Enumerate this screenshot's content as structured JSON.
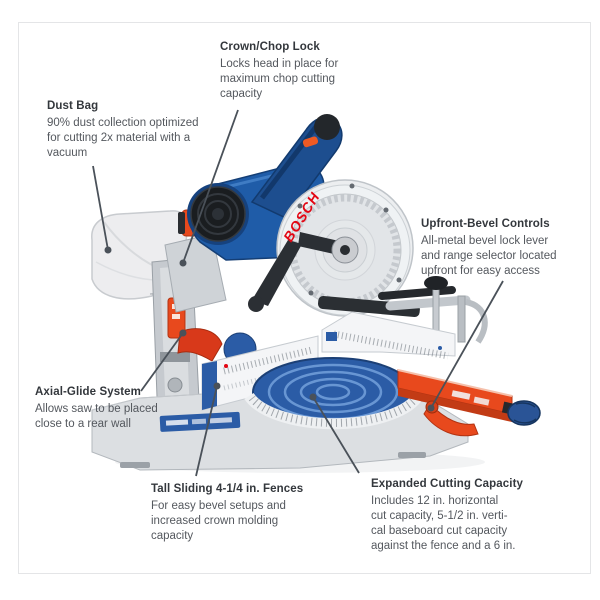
{
  "product": {
    "blade_brand": "BOSCH"
  },
  "callouts": {
    "crown_chop": {
      "title": "Crown/Chop Lock",
      "desc": "Locks head in place for\nmaximum chop cutting\ncapacity"
    },
    "dust_bag": {
      "title": "Dust Bag",
      "desc": "90% dust collection optimized\nfor cutting 2x material with a\nvacuum"
    },
    "upfront_bevel": {
      "title": "Upfront-Bevel Controls",
      "desc": "All-metal bevel lock lever\nand range selector located\nupfront for easy access"
    },
    "axial_glide": {
      "title": "Axial-Glide System",
      "desc": "Allows saw to be placed\nclose to a rear wall"
    },
    "fences": {
      "title": "Tall Sliding 4-1/4 in. Fences",
      "desc": "For easy bevel setups and\nincreased crown molding\ncapacity"
    },
    "expanded": {
      "title": "Expanded Cutting Capacity",
      "desc": "Includes 12 in. horizontal\ncut capacity, 5-1/2 in. verti-\ncal baseboard cut capacity\nagainst the fence and a 6 in."
    }
  },
  "colors": {
    "bosch_blue": "#1f5ca8",
    "bosch_dark_blue": "#1d4e8f",
    "bosch_red_logo": "#e30613",
    "accent_orange": "#e8491d",
    "turntable_blue": "#2b5ca6",
    "leader_line": "#4a5159",
    "text_heading": "#33373c",
    "text_body": "#54585e",
    "frame_border": "#e4e5e7"
  }
}
